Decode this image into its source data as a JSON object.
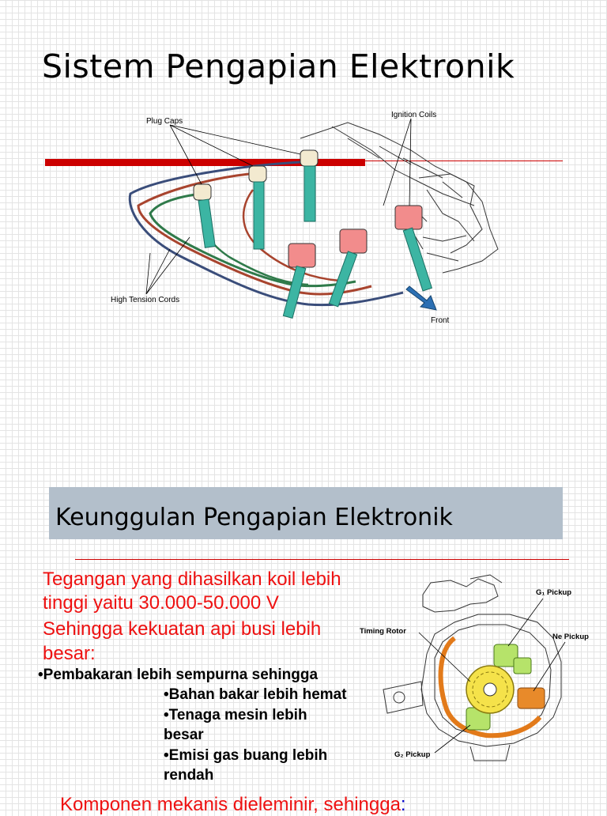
{
  "slide1": {
    "title": "Sistem Pengapian Elektronik",
    "figure": {
      "labels": {
        "plug_caps": "Plug Caps",
        "ignition_coils": "Ignition Coils",
        "high_tension_cords": "High Tension Cords",
        "front": "Front"
      }
    }
  },
  "slide2": {
    "title": "Keunggulan Pengapian Elektronik",
    "red_lines": [
      "Tegangan yang dihasilkan koil lebih",
      "tinggi yaitu 30.000-50.000 V",
      "Sehingga kekuatan api busi lebih",
      "besar:"
    ],
    "bullets": [
      "•Pembakaran lebih sempurna sehingga",
      "•Bahan bakar lebih hemat",
      "•Tenaga mesin lebih",
      "besar",
      "•Emisi gas buang lebih",
      "rendah"
    ],
    "bottom_text": "Komponen mekanis dieleminir, sehingga",
    "bottom_colon": ":",
    "figure": {
      "labels": {
        "g1_pickup": "G₁ Pickup",
        "ne_pickup": "Ne Pickup",
        "timing_rotor": "Timing Rotor",
        "g2_pickup": "G₂ Pickup"
      }
    }
  },
  "colors": {
    "accent_red": "#cc0000",
    "text_red": "#ee1111",
    "banner": "#b3bfcb",
    "bottom_colon": "#0000cc"
  }
}
